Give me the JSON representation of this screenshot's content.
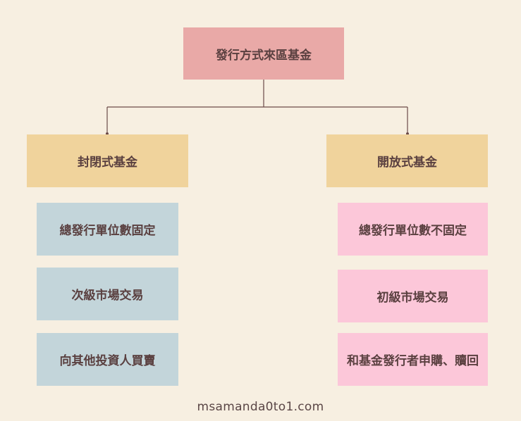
{
  "root": {
    "label": "發行方式來區基金"
  },
  "closed_fund": {
    "label": "封閉式基金",
    "features": [
      "總發行單位數固定",
      "次級市場交易",
      "向其他投資人買賣"
    ]
  },
  "open_fund": {
    "label": "開放式基金",
    "features": [
      "總發行單位數不固定",
      "初級市場交易",
      "和基金發行者申購、贖回"
    ]
  },
  "footer": {
    "text": "msamanda0to1.com"
  },
  "colors": {
    "root": "#e9a9a7",
    "category": "#f0d39c",
    "closed_features": "#c3d5da",
    "open_features": "#fcc7d9",
    "line": "#6b4a48",
    "background": "#f7efe1"
  }
}
